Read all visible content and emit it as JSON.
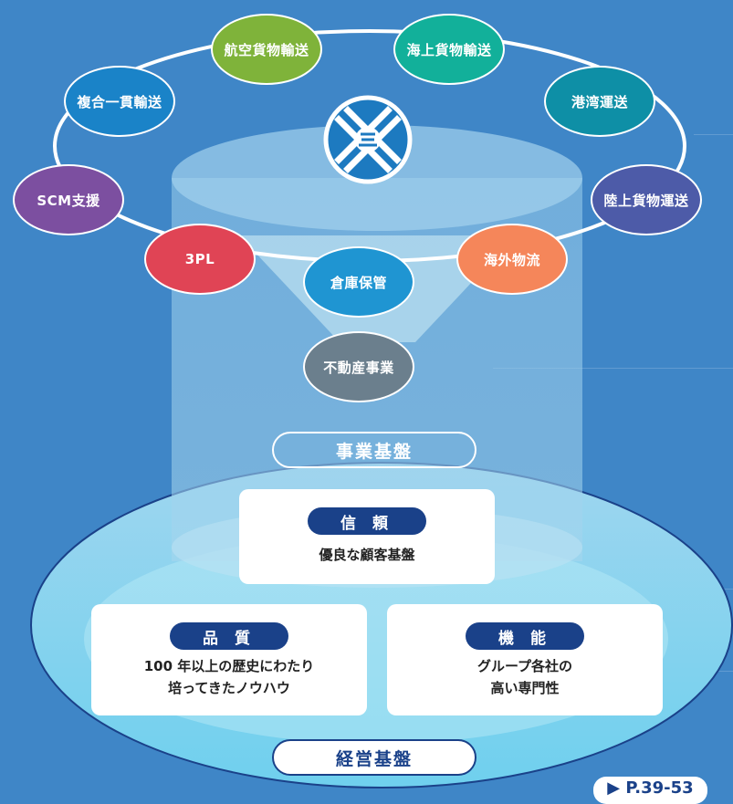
{
  "services": [
    {
      "id": "air",
      "label": "航空貨物輸送",
      "color": "#7fb33a"
    },
    {
      "id": "sea",
      "label": "海上貨物輸送",
      "color": "#12b09a"
    },
    {
      "id": "multimodal",
      "label": "複合一貫輸送",
      "color": "#1a83c8"
    },
    {
      "id": "port",
      "label": "港湾運送",
      "color": "#0e8fa6"
    },
    {
      "id": "scm",
      "label": "SCM支援",
      "color": "#7c4fa0"
    },
    {
      "id": "land",
      "label": "陸上貨物運送",
      "color": "#4d5ba8"
    },
    {
      "id": "3pl",
      "label": "3PL",
      "color": "#e04455"
    },
    {
      "id": "overseas",
      "label": "海外物流",
      "color": "#f5865a"
    },
    {
      "id": "warehouse",
      "label": "倉庫保管",
      "color": "#1f95d2"
    },
    {
      "id": "realestate",
      "label": "不動産事業",
      "color": "#6b7f8d"
    }
  ],
  "business_base_label": "事業基盤",
  "management_base_label": "経営基盤",
  "cards": {
    "trust": {
      "title": "信 頼",
      "text": "優良な顧客基盤"
    },
    "quality": {
      "title": "品 質",
      "text": "100 年以上の歴史にわたり\n培ってきたノウハウ"
    },
    "function": {
      "title": "機 能",
      "text": "グループ各社の\n高い専門性"
    }
  },
  "page_ref": "▶ P.39-53",
  "colors": {
    "background": "#3f86c7",
    "navy": "#1a4189",
    "logo": "#1d7ac0"
  }
}
